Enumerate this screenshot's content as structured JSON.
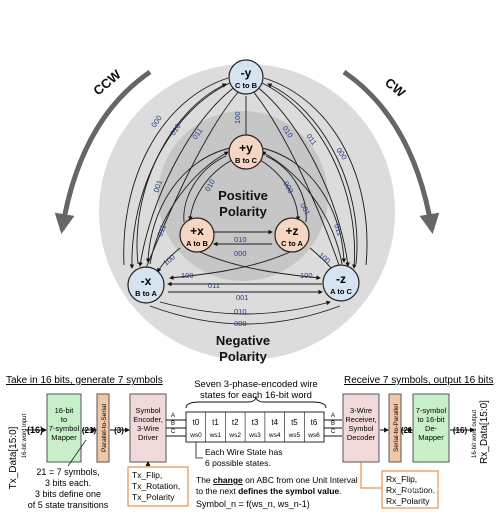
{
  "state_diagram": {
    "rotation_labels": {
      "ccw": "CCW",
      "cw": "CW"
    },
    "center_label": {
      "line1": "Positive",
      "line2": "Polarity"
    },
    "outer_label": {
      "line1": "Negative",
      "line2": "Polarity"
    },
    "states": [
      {
        "id": "neg_y",
        "sign": "-y",
        "desc": "C to B",
        "fill": "#d6e4f2"
      },
      {
        "id": "pos_y",
        "sign": "+y",
        "desc": "B to C",
        "fill": "#f6d6c2"
      },
      {
        "id": "pos_x",
        "sign": "+x",
        "desc": "A to B",
        "fill": "#f6d6c2"
      },
      {
        "id": "pos_z",
        "sign": "+z",
        "desc": "C to A",
        "fill": "#f6d6c2"
      },
      {
        "id": "neg_x",
        "sign": "-x",
        "desc": "B to A",
        "fill": "#d6e4f2"
      },
      {
        "id": "neg_z",
        "sign": "-z",
        "desc": "A to C",
        "fill": "#d6e4f2"
      }
    ],
    "transition_codes": {
      "top_left": [
        "000",
        "010",
        "011"
      ],
      "top_center": "100",
      "top_right": [
        "010",
        "011",
        "000"
      ],
      "inner_top_left": [
        "001",
        "010"
      ],
      "inner_top_right": [
        "000",
        "001"
      ],
      "left_mid": [
        "011",
        "100"
      ],
      "right_mid": [
        "100",
        "011"
      ],
      "inner_bottom": [
        "010",
        "000"
      ],
      "outer_bottom_left": [
        "100"
      ],
      "outer_bottom_right": [
        "100"
      ],
      "bottom_lines": [
        "011",
        "001",
        "010",
        "000"
      ]
    }
  },
  "pipeline": {
    "left_heading": "Take in 16 bits, generate 7 symbols",
    "right_heading": "Receive 7 symbols, output 16 bits",
    "wire_caption": "Seven 3-phase-encoded wire states for each 16-bit word",
    "tx_data": "Tx_Data[15:0]",
    "tx_sub": "16-bit word input",
    "rx_data": "Rx_Data[15:0]",
    "rx_sub": "16-bit word output",
    "bus_16": "(16)",
    "bus_21": "(21)",
    "bus_3": "(3)",
    "mapper": [
      "16-bit",
      "to",
      "7-symbol",
      "Mapper"
    ],
    "p2s": "Parallel-to-Serial",
    "encoder": [
      "Symbol",
      "Encoder,",
      "3-Wire",
      "Driver"
    ],
    "abc": [
      "A",
      "B",
      "C"
    ],
    "slots": [
      {
        "t": "t0",
        "ws": "ws0"
      },
      {
        "t": "t1",
        "ws": "ws1"
      },
      {
        "t": "t2",
        "ws": "ws2"
      },
      {
        "t": "t3",
        "ws": "ws3"
      },
      {
        "t": "t4",
        "ws": "ws4"
      },
      {
        "t": "t5",
        "ws": "ws5"
      },
      {
        "t": "t6",
        "ws": "ws6"
      }
    ],
    "receiver": [
      "3-Wire",
      "Receiver,",
      "Symbol",
      "Decoder"
    ],
    "s2p": "Serial-to-Parallel",
    "demapper": [
      "7-symbol",
      "to 16-bit",
      "De-",
      "Mapper"
    ],
    "note_symbols": [
      "21 = 7 symbols,",
      "3 bits each.",
      "3 bits define one",
      "of 5 state transitions"
    ],
    "note_wire": [
      "Each Wire State has",
      "6 possible states."
    ],
    "tx_flags": [
      "Tx_Flip,",
      "Tx_Rotation,",
      "Tx_Polarity"
    ],
    "rx_flags": [
      "Rx_Flip,",
      "Rx_Rotation,",
      "Rx_Polarity"
    ],
    "change_note": {
      "line1_a": "The ",
      "line1_b": "change",
      "line1_c": " on ABC from one Unit Interval",
      "line2_a": "to the next ",
      "line2_b": "defines the symbol value",
      "line2_c": ".",
      "formula": "Symbol_n = f(ws_n, ws_n-1)"
    },
    "watermark": "知乎 @诗之远方"
  },
  "colors": {
    "outer_disk": "#dcdcdc",
    "inner_disk": "#c6c6c6",
    "negative_state": "#d6e4f2",
    "positive_state": "#f6d6c2",
    "code_text": "#1f3a8a",
    "mapper_fill": "#c8f0c8",
    "serializer_fill": "#f2c7a8",
    "codec_fill": "#f2dada",
    "flag_border": "#e07b2a"
  }
}
